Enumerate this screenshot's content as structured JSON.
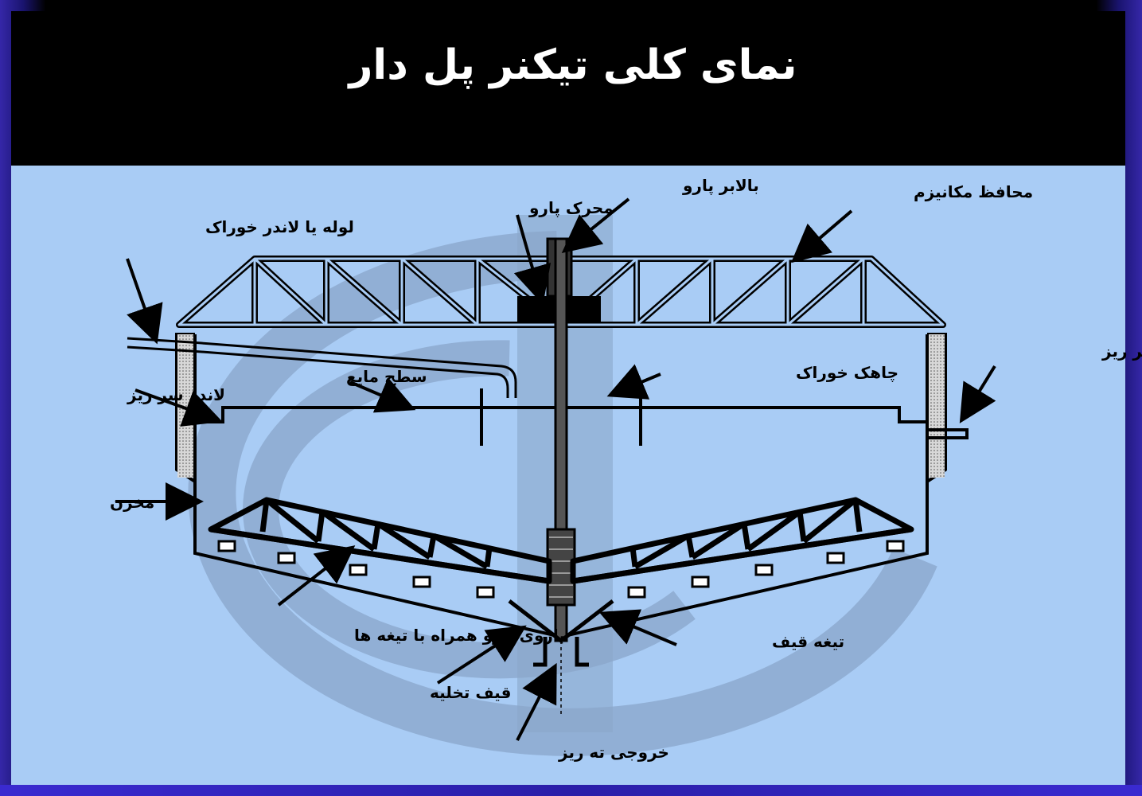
{
  "title": "نمای کلی تیکنر پل دار",
  "labels": {
    "pipe_feed": "لوله یا لاندر خوراک",
    "motor": "محرک پارو",
    "lift": "بالابر پارو",
    "guard": "محافظ مکانیزم",
    "overflow_outlet": "خروجی سر ریز",
    "feed_well": "چاهک خوراک",
    "liquid_level": "سطح مایع",
    "overflow_launder": "لاندر سر ریز",
    "tank": "مخزن",
    "rake_arm": "بازوی پارو همراه با تیغه ها",
    "cone_blade": "تیغه قیف",
    "discharge_cone": "قیف تخلیه",
    "underflow_outlet": "خروجی ته ریز"
  },
  "colors": {
    "panel_bg": "#a9ccf5",
    "header_bg": "#000000",
    "frame_accent": "#3527a8",
    "watermark": "#8aa6c9"
  }
}
